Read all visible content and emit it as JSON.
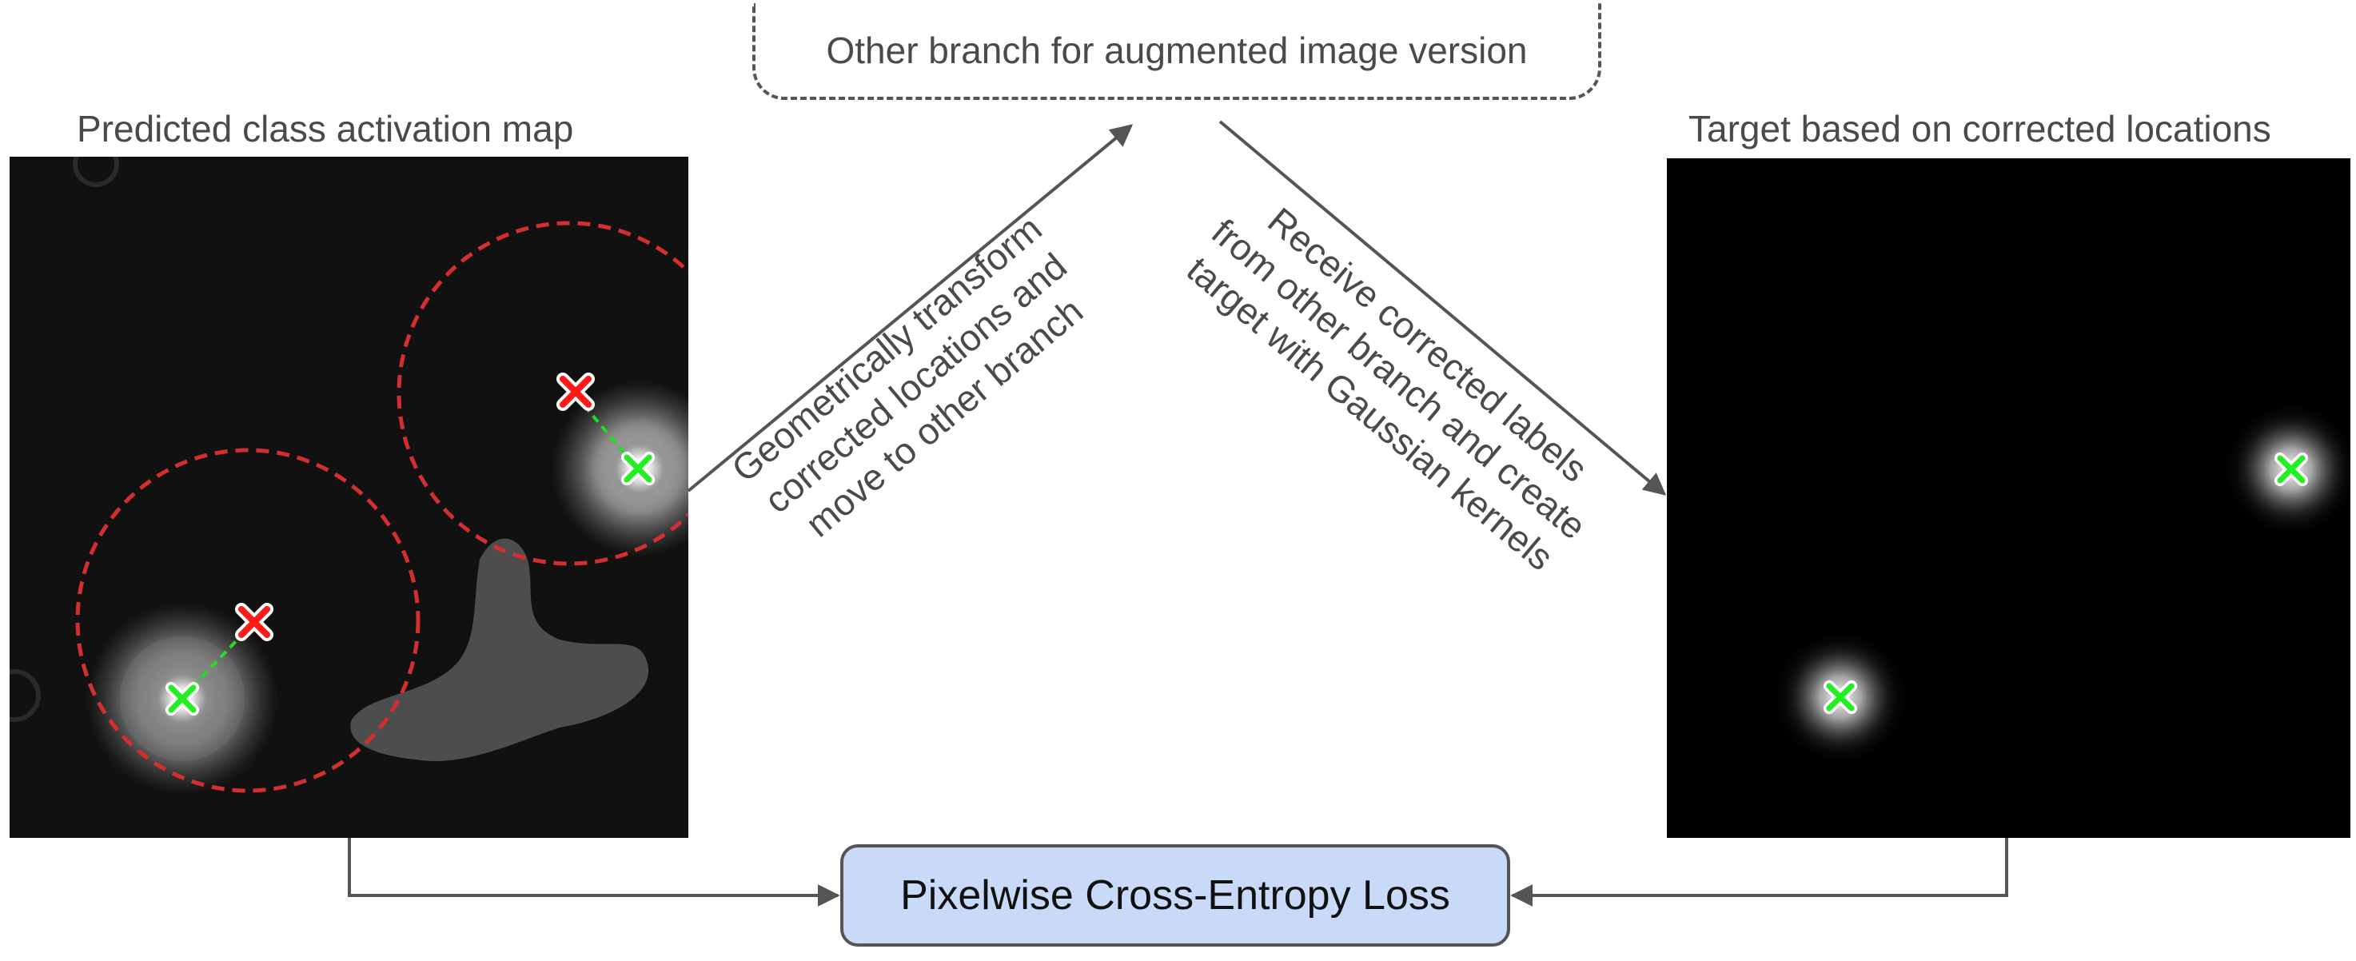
{
  "labels": {
    "top_box": "Other branch for augmented image version",
    "left_caption": "Predicted class activation map",
    "right_caption": "Target based on corrected locations",
    "left_arrow_text": [
      "Geometrically transform",
      "corrected locations and",
      "move to other branch"
    ],
    "right_arrow_text": [
      "Receive corrected labels",
      "from other branch and create",
      "target with Gaussian kernels"
    ],
    "loss_box": "Pixelwise Cross-Entropy Loss"
  },
  "colors": {
    "arrow": "#555555",
    "dashed_circle": "#d32f2f",
    "predicted_marker": "#ff1a1a",
    "corrected_marker": "#22ee22",
    "loss_box_fill": "#c9daf8",
    "map_background": "#111111"
  }
}
